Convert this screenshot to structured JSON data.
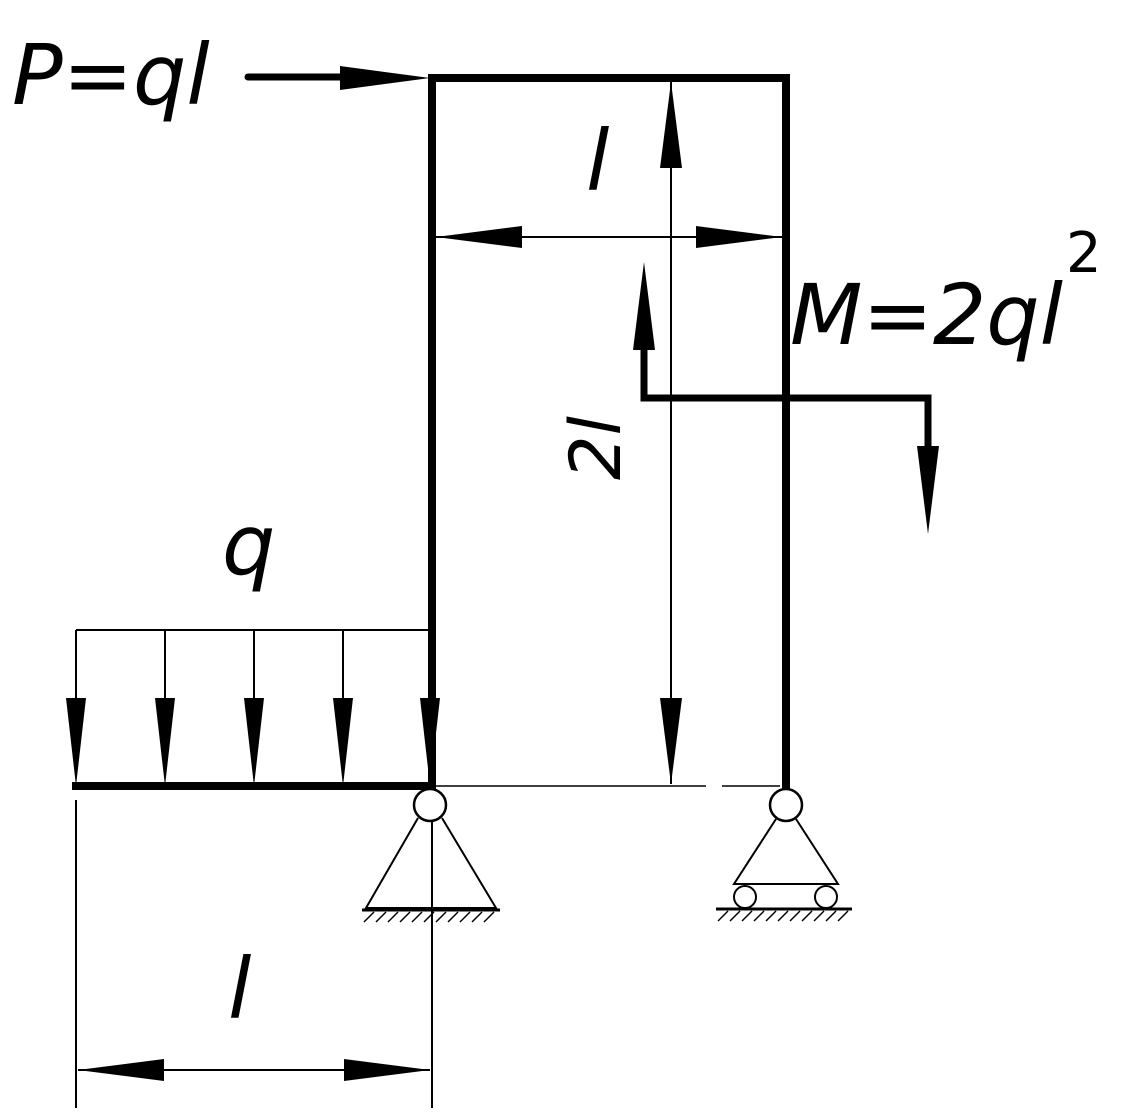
{
  "labels": {
    "force": "P=ql",
    "moment": "M=2ql",
    "moment_exponent": "2",
    "distributed_load": "q",
    "top_span": "l",
    "height": "2l",
    "bottom_span": "l"
  },
  "colors": {
    "stroke": "#000000",
    "background": "#ffffff"
  }
}
